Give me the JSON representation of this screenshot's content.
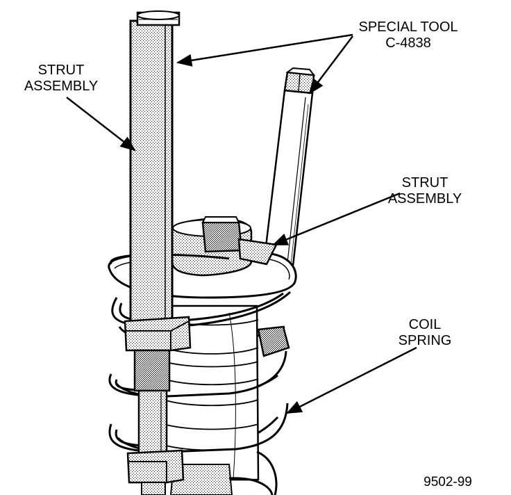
{
  "labels": {
    "special_tool": {
      "line1": "SPECIAL TOOL",
      "line2": "C-4838"
    },
    "strut_assembly_left": {
      "line1": "STRUT",
      "line2": "ASSEMBLY"
    },
    "strut_assembly_right": {
      "line1": "STRUT",
      "line2": "ASSEMBLY"
    },
    "coil_spring": {
      "line1": "COIL",
      "line2": "SPRING"
    },
    "figure_number": "9502-99"
  },
  "colors": {
    "ink": "#000000",
    "paper": "#ffffff",
    "shade": "#8a8a8a"
  }
}
